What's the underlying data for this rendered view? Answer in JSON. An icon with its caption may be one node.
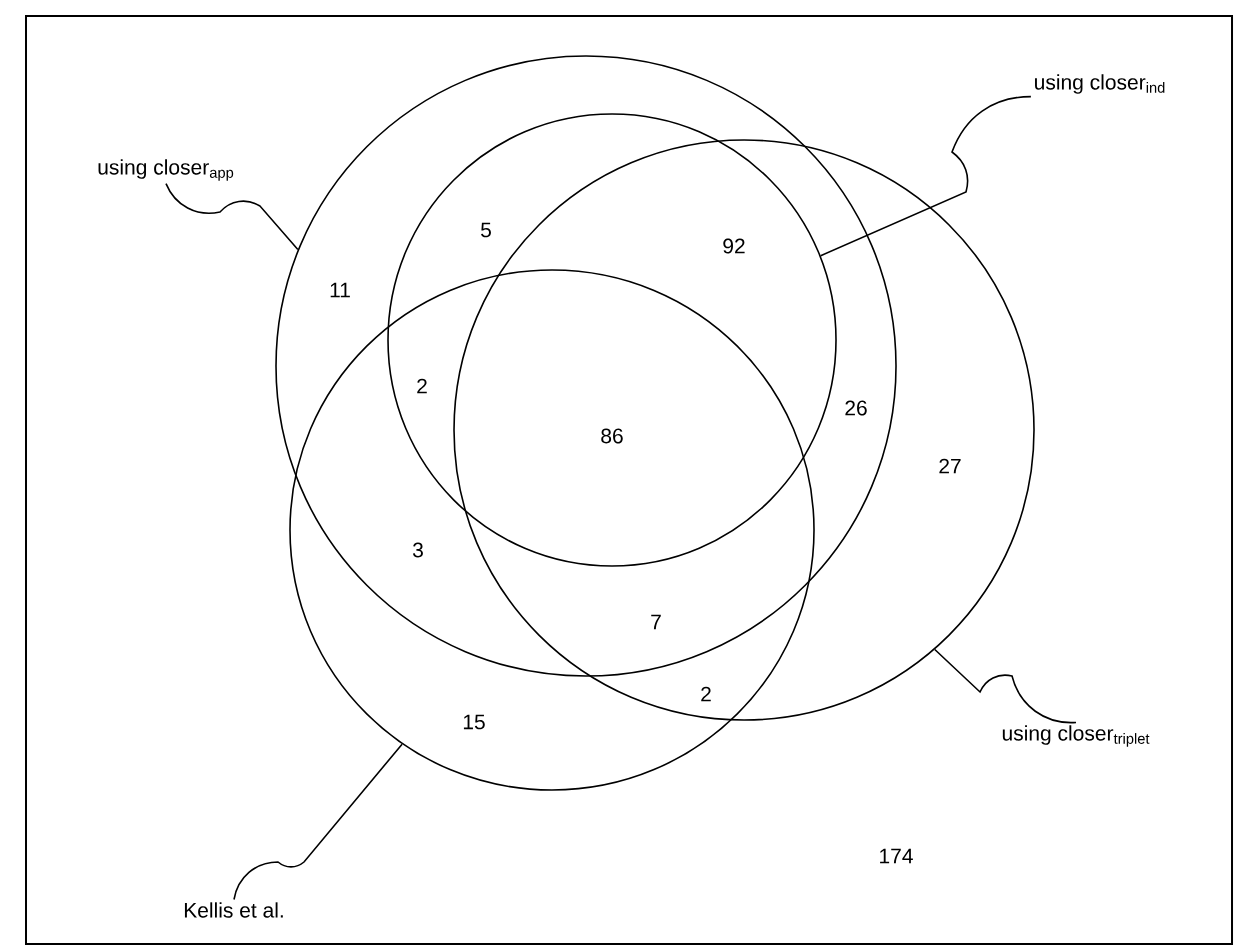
{
  "diagram": {
    "nodes": [
      {
        "text": [
          "using closer$_{app}$"
        ]
      },
      {
        "text": [
          "using closer$_{ind}$"
        ]
      },
      {
        "text": [
          "using closer$_{triplet}$"
        ]
      },
      {
        "text": [
          "Kellis et al."
        ]
      },
      {
        "text": [],
        "shape": "circle"
      },
      {
        "text": [],
        "shape": "circle"
      },
      {
        "text": [],
        "shape": "circle",
        "in": 4
      },
      {
        "text": [],
        "shape": "circle"
      }
    ],
    "edges": [
      {
        "from": 0,
        "to": 4,
        "arrow": "none"
      },
      {
        "from": 1,
        "to": 6,
        "arrow": "none"
      },
      {
        "from": 2,
        "to": 7,
        "arrow": "none"
      },
      {
        "from": 3,
        "to": 5,
        "arrow": "none"
      }
    ],
    "labels": [
      "5",
      "92",
      "11",
      "2",
      "26",
      "86",
      "27",
      "3",
      "7",
      "2",
      "15",
      "174"
    ]
  }
}
